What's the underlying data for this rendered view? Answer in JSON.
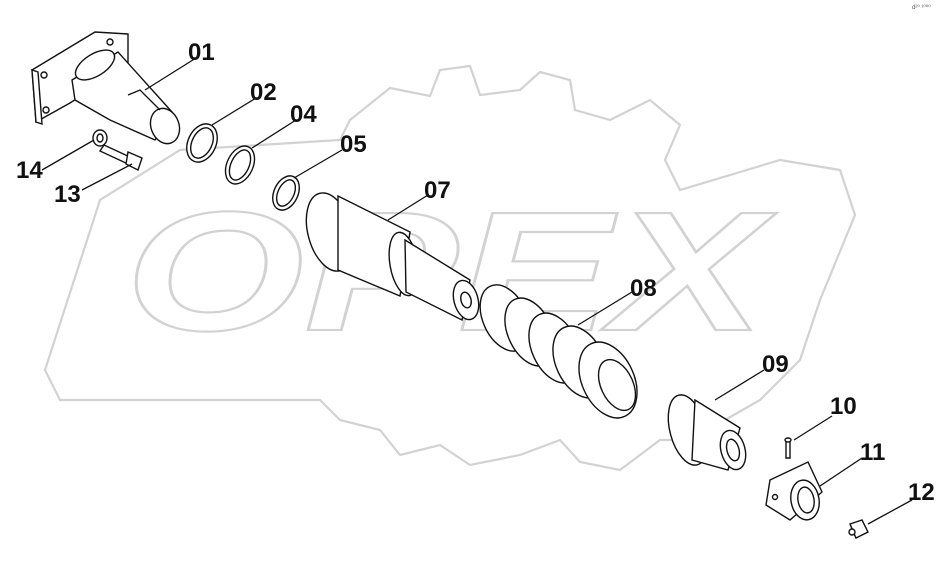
{
  "watermark": {
    "text": "OPEX"
  },
  "corner_code": "d²⁰ ¹⁰⁰⁰",
  "callouts": [
    "01",
    "02",
    "04",
    "05",
    "07",
    "08",
    "09",
    "10",
    "11",
    "12",
    "13",
    "14"
  ],
  "colors": {
    "line": "#111111",
    "watermark": "#d2d2d2",
    "background": "#ffffff"
  }
}
